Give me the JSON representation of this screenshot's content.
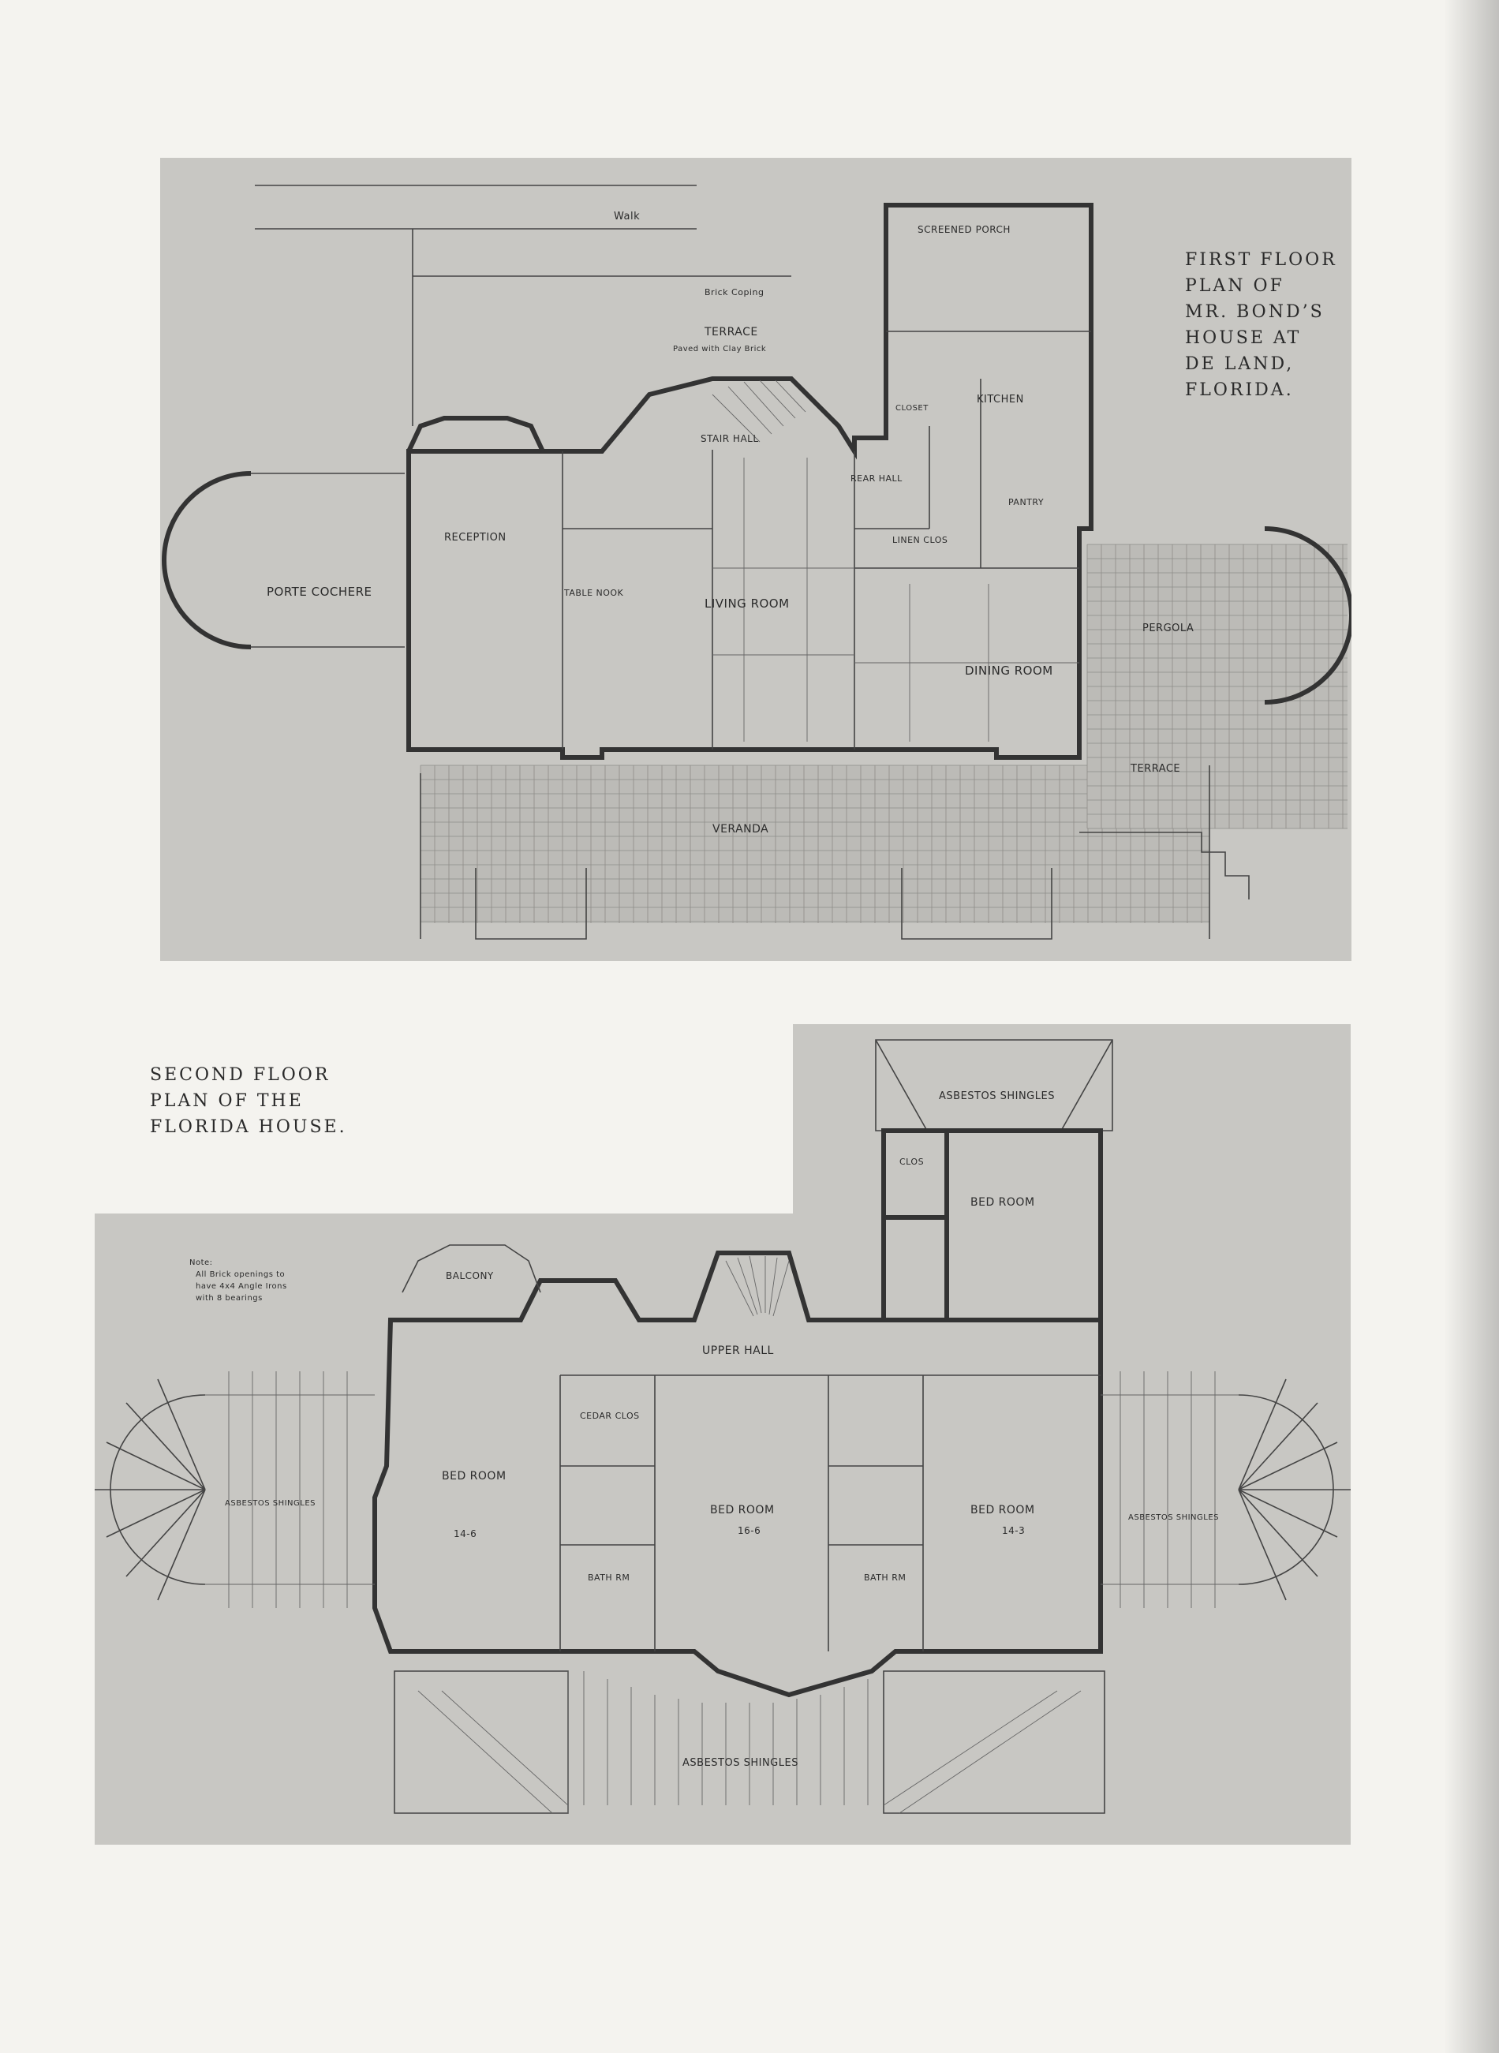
{
  "captions": {
    "first_floor": [
      "FIRST FLOOR",
      "PLAN OF",
      "MR. BOND’S",
      "HOUSE AT",
      "DE LAND,",
      "FLORIDA."
    ],
    "second_floor": [
      "SECOND FLOOR",
      "PLAN OF THE",
      "FLORIDA HOUSE."
    ]
  },
  "first_floor_rooms": {
    "walk": "Walk",
    "screened_porch": "SCREENED PORCH",
    "terrace_top": "TERRACE",
    "terrace_top_note": "Paved with Clay Brick",
    "brick_coping": "Brick Coping",
    "kitchen": "KITCHEN",
    "stair_hall": "STAIR HALL",
    "reception": "RECEPTION",
    "porte_cochere": "PORTE COCHERE",
    "table_nook": "TABLE NOOK",
    "living_room": "LIVING ROOM",
    "rear_hall": "REAR HALL",
    "linen_clos": "LINEN CLOS",
    "pantry": "PANTRY",
    "closet": "CLOSET",
    "dining_room": "DINING ROOM",
    "pergola": "PERGOLA",
    "terrace_right": "TERRACE",
    "veranda": "VERANDA"
  },
  "second_floor_rooms": {
    "asbestos_shingles_top": "ASBESTOS SHINGLES",
    "bed_room_ne": "BED ROOM",
    "clos": "CLOS",
    "balcony": "BALCONY",
    "note": [
      "Note:",
      "All Brick openings to",
      "have 4x4 Angle Irons",
      "with 8 bearings"
    ],
    "upper_hall": "UPPER HALL",
    "cedar_clos": "CEDAR CLOS",
    "bed_room_w": "BED ROOM",
    "bed_room_c": "BED ROOM",
    "bed_room_e": "BED ROOM",
    "bath_rm_1": "BATH RM",
    "bath_rm_2": "BATH RM",
    "asbestos_shingles_left": "ASBESTOS SHINGLES",
    "asbestos_shingles_right": "ASBESTOS SHINGLES",
    "asbestos_shingles_bottom": "ASBESTOS SHINGLES",
    "dimensions_w": "14-6",
    "dimensions_c": "16-6",
    "dimensions_e": "14-3"
  }
}
